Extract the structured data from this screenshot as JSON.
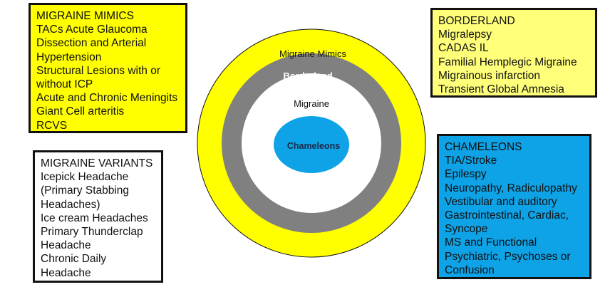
{
  "colors": {
    "yellow": "#ffff00",
    "yellow_light": "#ffff7a",
    "blue": "#0ea2e6",
    "gray": "#808080",
    "outline": "#111111"
  },
  "rings": {
    "mimics_label": "Migraine Mimics",
    "borderland_label": "Borderland",
    "migraine_label": "Migraine",
    "chameleons_label": "Chameleons"
  },
  "boxes": {
    "mimics": {
      "heading": "MIGRAINE MIMICS",
      "lines": [
        "TACs Acute  Glaucoma",
        "Dissection  and Arterial",
        "Hypertension",
        "Structural  Lesions with or",
        "without  ICP",
        "Acute and Chronic  Meningits",
        "Giant Cell arteritis",
        "RCVS"
      ]
    },
    "borderland": {
      "heading": "BORDERLAND",
      "lines": [
        "Migralepsy",
        "CADAS IL",
        "Familial  Hemplegic  Migraine",
        "Migrainous  infarction",
        "Transient  Global  Amnesia"
      ]
    },
    "variants": {
      "heading": "MIGRAINE VARIANTS",
      "lines": [
        "Icepick  Headache",
        "(Primary Stabbing",
        "Headaches)",
        "Ice cream  Headaches",
        "Primary  Thunderclap",
        "Headache",
        "Chronic  Daily",
        "Headache"
      ]
    },
    "chameleons": {
      "heading": "CHAMELEONS",
      "lines": [
        "TIA/Stroke",
        "Epilespy",
        "Neuropathy, Radiculopathy",
        "Vestibular and auditory",
        "Gastrointestinal,  Cardiac,",
        "Syncope",
        "MS and Functional",
        "Psychiatric, Psychoses or",
        "Confusion"
      ]
    }
  }
}
